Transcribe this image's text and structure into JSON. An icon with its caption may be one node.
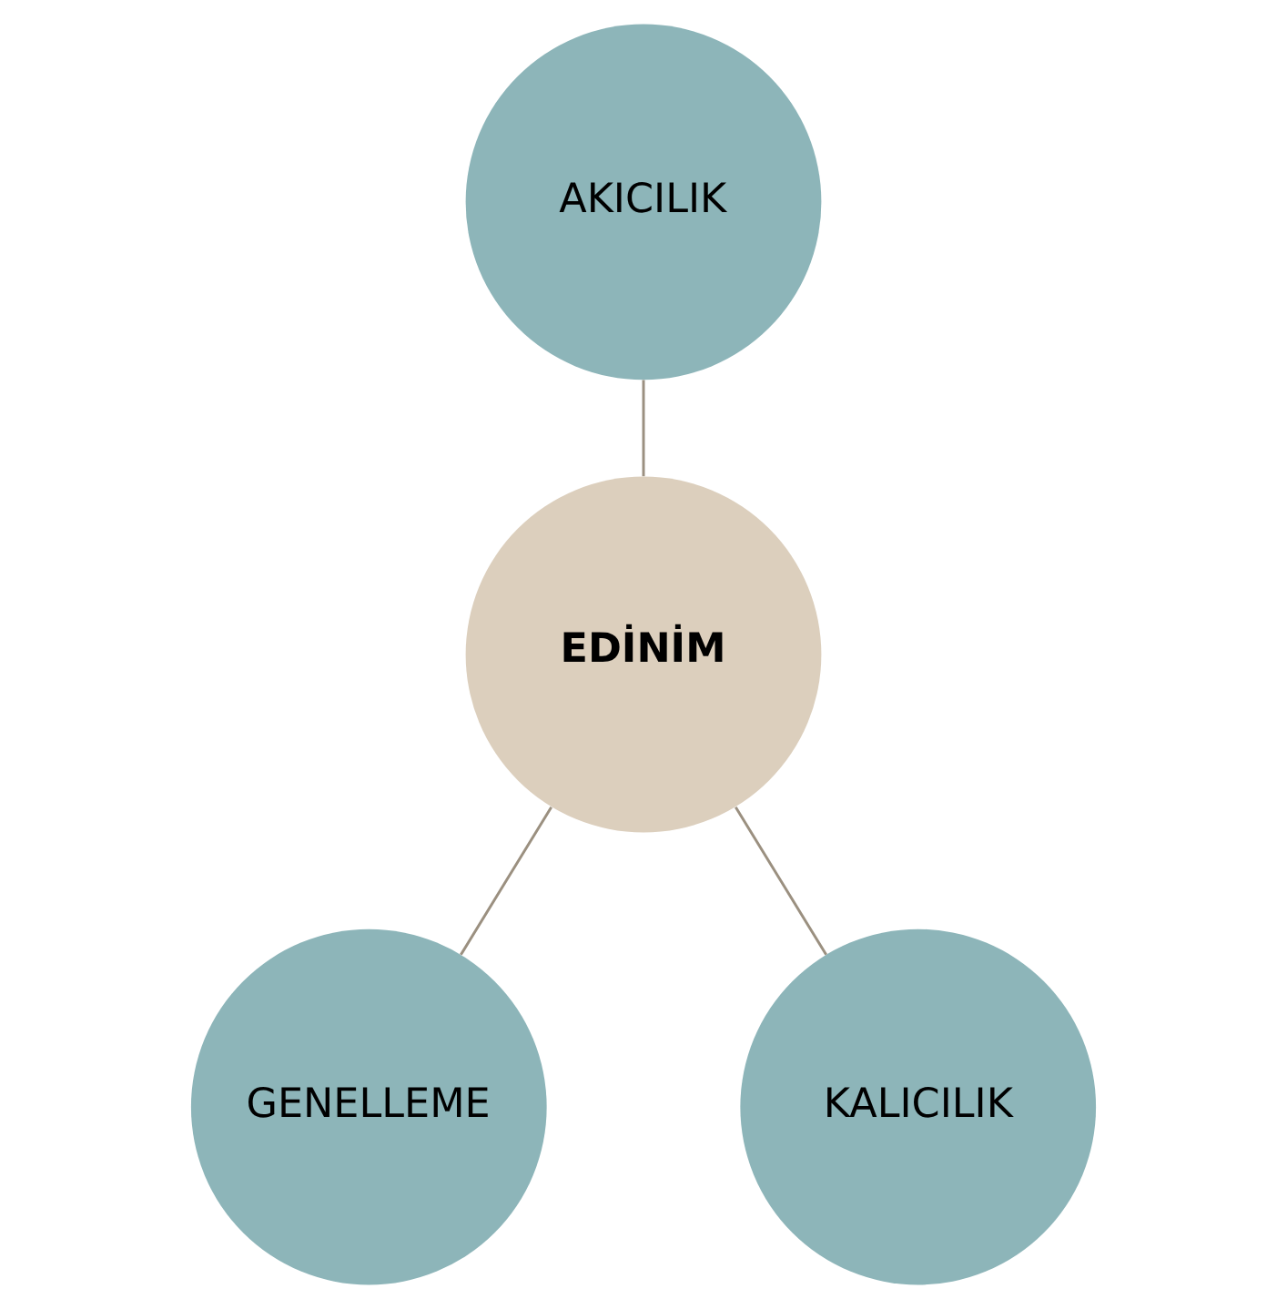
{
  "diagram": {
    "nodes": [
      {
        "text": [
          "AKICILIK"
        ]
      },
      {
        "text": [
          "EDİNİM"
        ]
      },
      {
        "text": [
          "GENELLEME"
        ]
      },
      {
        "text": [
          "KALICILIK"
        ]
      }
    ],
    "edges": [
      {
        "from": 0,
        "to": 1,
        "arrow": "none"
      },
      {
        "from": 1,
        "to": 2,
        "arrow": "none"
      },
      {
        "from": 1,
        "to": 3,
        "arrow": "none"
      }
    ]
  }
}
